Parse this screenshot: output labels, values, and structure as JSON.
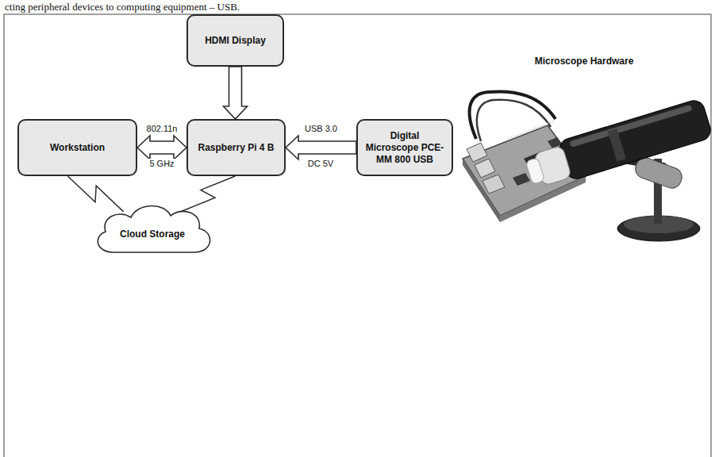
{
  "diagram": {
    "nodes": [
      {
        "text": [
          "HDMI Display"
        ]
      },
      {
        "text": [
          "Workstation"
        ]
      },
      {
        "text": [
          "Raspberry Pi 4 B"
        ]
      },
      {
        "text": [
          "Digital Microscope PCE-MM 800 USB"
        ]
      },
      {
        "text": [
          "Cloud Storage"
        ]
      }
    ],
    "edges": [
      {
        "from": 1,
        "to": 2,
        "arrow": "both",
        "label": "802.11n"
      },
      {
        "from": 0,
        "to": 2,
        "arrow": "to"
      },
      {
        "from": 3,
        "to": 2,
        "arrow": "to",
        "label": "USB 3.0"
      },
      {
        "from": 1,
        "to": 4,
        "arrow": "none"
      },
      {
        "from": 2,
        "to": 4,
        "arrow": "none"
      }
    ],
    "labels": [
      "cting peripheral devices to computing equipment – USB.",
      "5 GHz",
      "DC 5V",
      "Microscope Hardware"
    ]
  }
}
